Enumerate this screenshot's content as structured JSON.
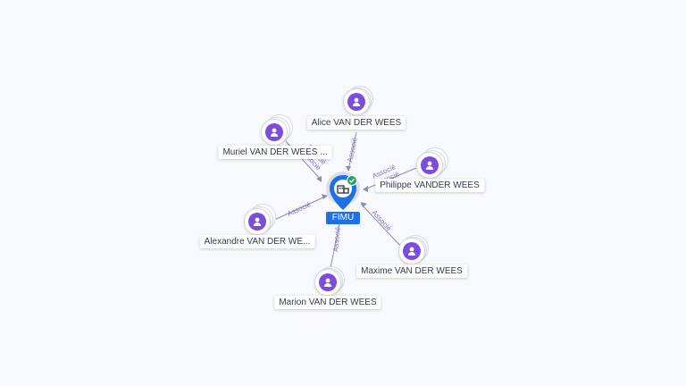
{
  "center": {
    "label": "FIMU",
    "icon": "building-icon",
    "badge_icon": "verified-check-icon",
    "color": "#1f6fe5"
  },
  "edge_label": "Associé",
  "persons": [
    {
      "name": "Alice VAN DER WEES",
      "relation": "Associé"
    },
    {
      "name": "Muriel VAN DER WEES ...",
      "relation": "Associé"
    },
    {
      "name": "Philippe VANDER WEES",
      "relation": "Associé"
    },
    {
      "name": "Alexandre VAN DER WE...",
      "relation": "Associé"
    },
    {
      "name": "Maxime VAN DER WEES",
      "relation": "Associé"
    },
    {
      "name": "Marion VAN DER WEES",
      "relation": "Associé"
    }
  ],
  "colors": {
    "avatar": "#7c4ddc",
    "edge_label": "#7b75d6",
    "background": "#f8f9fc"
  }
}
